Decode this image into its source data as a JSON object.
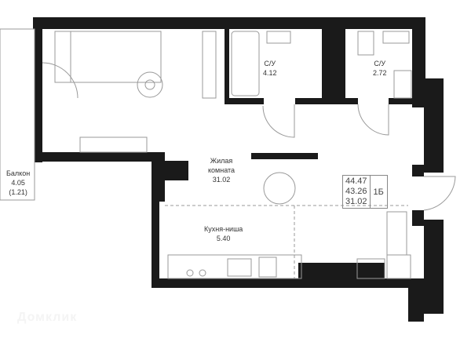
{
  "rooms": {
    "bath1": {
      "name": "С/У",
      "area": "4.12"
    },
    "bath2": {
      "name": "С/У",
      "area": "2.72"
    },
    "living": {
      "name1": "Жилая",
      "name2": "комната",
      "area": "31.02"
    },
    "kitchen": {
      "name": "Кухня-ниша",
      "area": "5.40"
    },
    "balcony": {
      "name": "Балкон",
      "area": "4.05",
      "area_coef": "(1.21)"
    }
  },
  "summary": {
    "total": "44.47",
    "living_total": "43.26",
    "living": "31.02",
    "type": "1Б"
  },
  "watermark": "Домклик",
  "colors": {
    "wall": "#1a1a1a",
    "furniture": "#999999"
  }
}
